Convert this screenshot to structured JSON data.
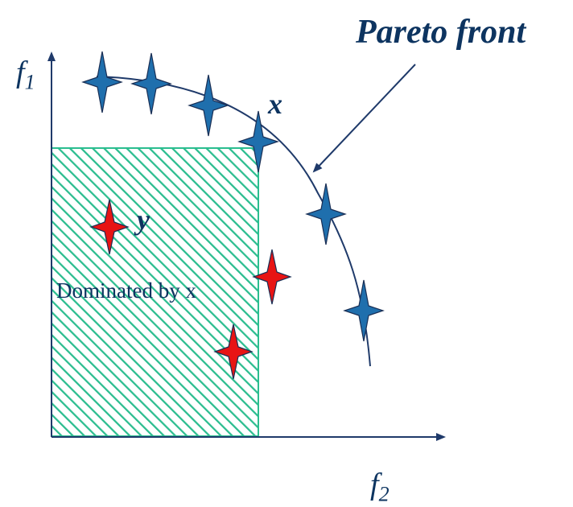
{
  "labels": {
    "pareto_front": "Pareto front",
    "point_x": "x",
    "point_y": "y",
    "dominated_region": "Dominated by x",
    "axis_f1": {
      "base": "f",
      "sub": "1"
    },
    "axis_f2": {
      "base": "f",
      "sub": "2"
    }
  },
  "colors": {
    "text": "#0d3460",
    "axis": "#1f3a6a",
    "front_points": "#1f6fad",
    "dominated_points": "#e81414",
    "hatch": "#2bbd8f"
  },
  "icons": {
    "front_point": "four-point-star-icon",
    "dominated_point": "four-point-star-icon"
  }
}
